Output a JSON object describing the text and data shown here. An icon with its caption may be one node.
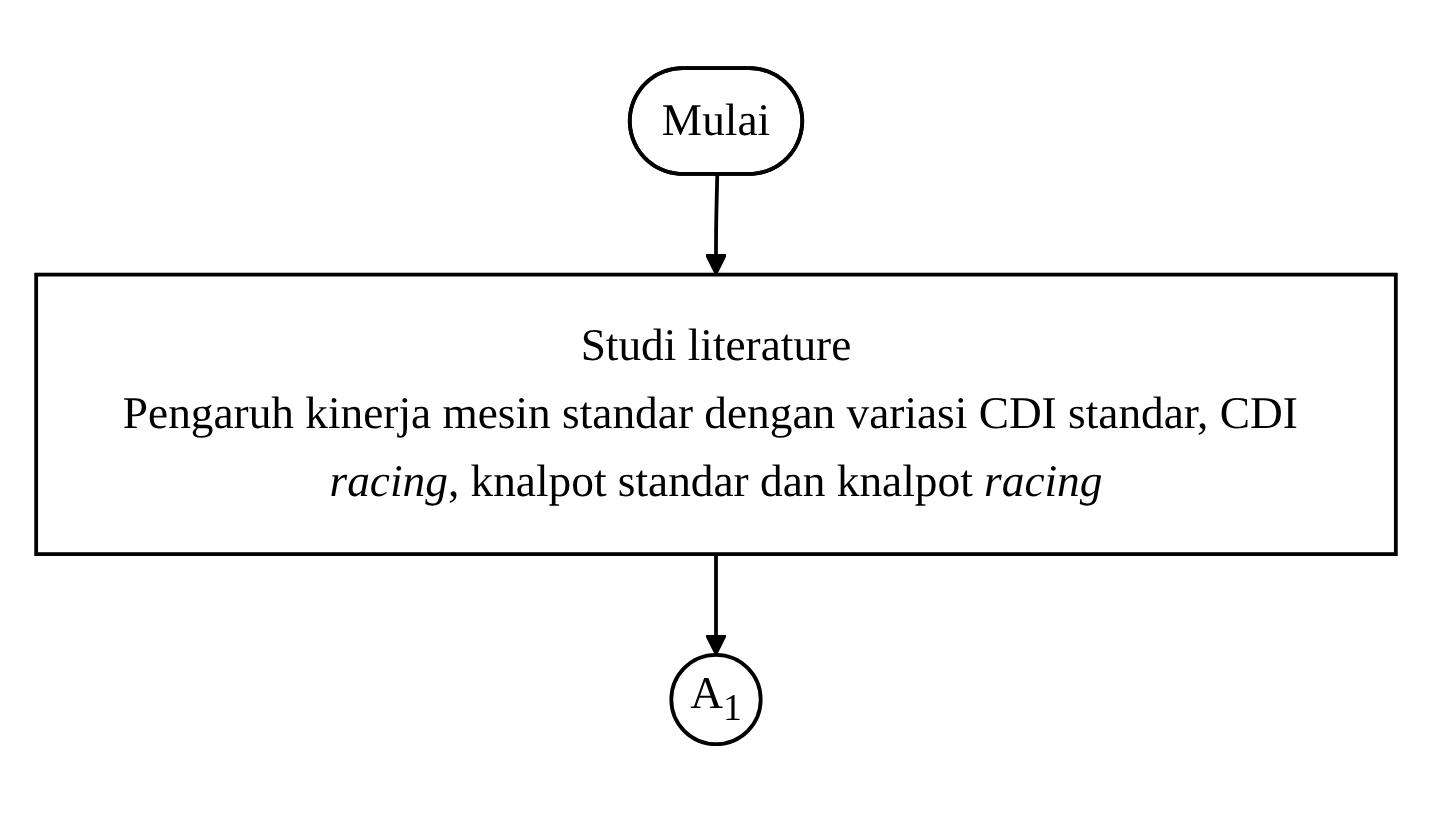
{
  "diagram": {
    "nodes": [
      {
        "text": [
          "Mulai"
        ]
      },
      {
        "text": [
          "Studi literature",
          "Pengaruh kinerja mesin standar dengan variasi CDI standar, CDI *racing*, knalpot standar dan knalpot *racing*"
        ]
      },
      {
        "text": [
          "A$_{1}$"
        ]
      }
    ],
    "edges": [
      {
        "from": 0,
        "to": 1,
        "arrow": "to"
      },
      {
        "from": 1,
        "to": 2,
        "arrow": "to"
      }
    ]
  }
}
